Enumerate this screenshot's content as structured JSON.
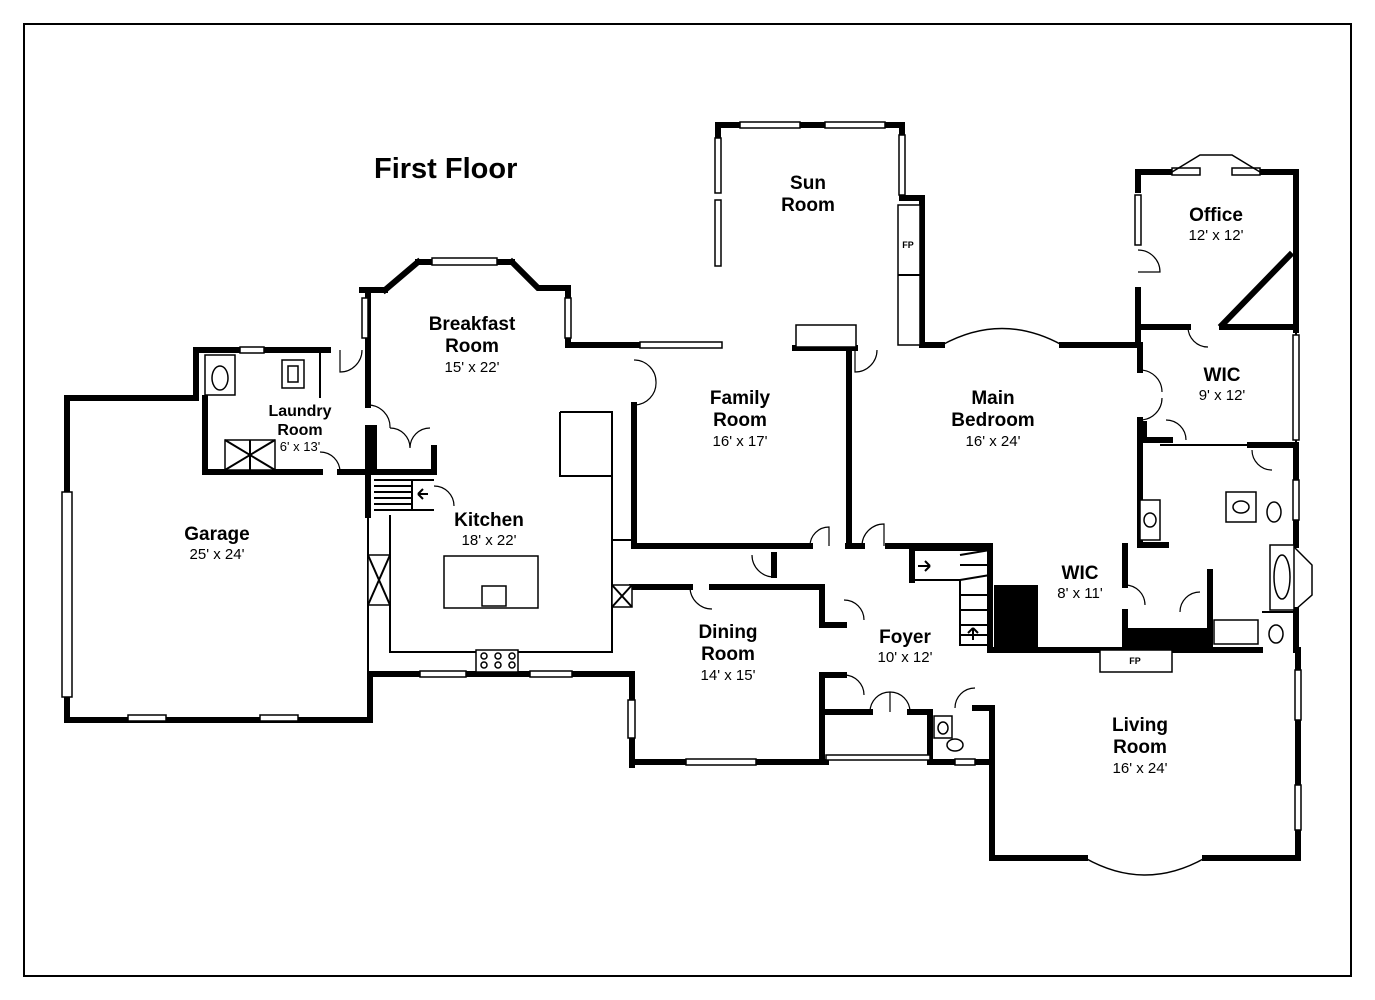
{
  "title": "First Floor",
  "rooms": {
    "sun_room": {
      "name_1": "Sun",
      "name_2": "Room"
    },
    "office": {
      "name": "Office",
      "dims": "12' x 12'"
    },
    "breakfast_room": {
      "name_1": "Breakfast",
      "name_2": "Room",
      "dims": "15' x 22'"
    },
    "family_room": {
      "name_1": "Family",
      "name_2": "Room",
      "dims": "16' x 17'"
    },
    "main_bedroom": {
      "name_1": "Main",
      "name_2": "Bedroom",
      "dims": "16' x 24'"
    },
    "wic_upper": {
      "name": "WIC",
      "dims": "9' x 12'"
    },
    "laundry_room": {
      "name_1": "Laundry",
      "name_2": "Room",
      "dims": "6' x 13'"
    },
    "kitchen": {
      "name": "Kitchen",
      "dims": "18' x 22'"
    },
    "garage": {
      "name": "Garage",
      "dims": "25' x 24'"
    },
    "wic_lower": {
      "name": "WIC",
      "dims": "8' x 11'"
    },
    "dining_room": {
      "name_1": "Dining",
      "name_2": "Room",
      "dims": "14' x 15'"
    },
    "foyer": {
      "name": "Foyer",
      "dims": "10' x 12'"
    },
    "living_room": {
      "name_1": "Living",
      "name_2": "Room",
      "dims": "16' x 24'"
    }
  },
  "fireplace_labels": {
    "sun_room": "FP",
    "living_room": "FP"
  }
}
